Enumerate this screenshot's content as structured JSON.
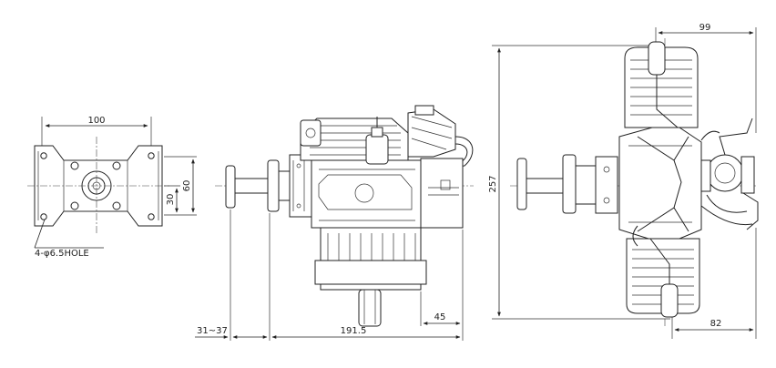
{
  "dimensions": {
    "mount_width": "100",
    "mount_height": "60",
    "mount_center": "30",
    "mount_holes": "4-φ6.5HOLE",
    "prop_adapter_range": "31~37",
    "overall_length": "191.5",
    "rear_offset": "45",
    "overall_height": "257",
    "top_width": "99",
    "bottom_width": "82"
  }
}
